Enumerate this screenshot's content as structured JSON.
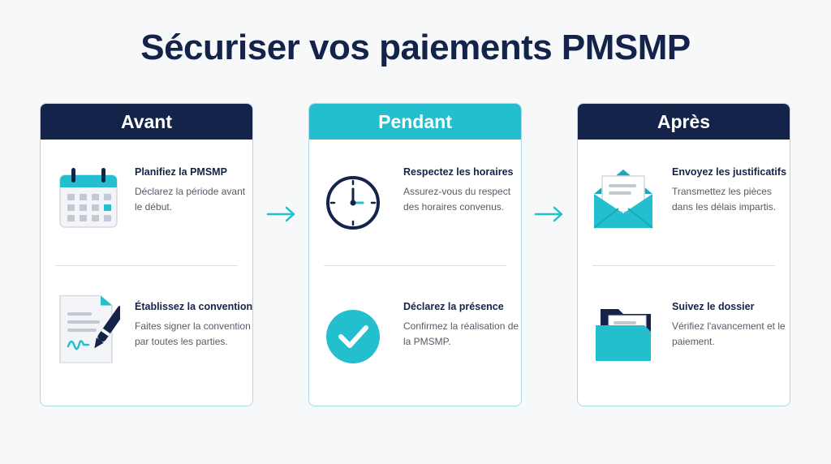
{
  "title": "Sécuriser vos paiements PMSMP",
  "phases": [
    {
      "label": "Avant",
      "steps": [
        {
          "title": "Planifiez la PMSMP",
          "desc": "Déclarez la période avant le début.",
          "icon": "calendar-icon"
        },
        {
          "title": "Établissez la convention",
          "desc": "Faites signer la convention par toutes les parties.",
          "icon": "signed-document-icon"
        }
      ]
    },
    {
      "label": "Pendant",
      "steps": [
        {
          "title": "Respectez les horaires",
          "desc": "Assurez-vous du respect des horaires convenus.",
          "icon": "clock-icon"
        },
        {
          "title": "Déclarez la présence",
          "desc": "Confirmez la réalisation de la PMSMP.",
          "icon": "checkmark-icon"
        }
      ]
    },
    {
      "label": "Après",
      "steps": [
        {
          "title": "Envoyez les justificatifs",
          "desc": "Transmettez les pièces dans les délais impartis.",
          "icon": "envelope-icon"
        },
        {
          "title": "Suivez le dossier",
          "desc": "Vérifiez l'avancement et le paiement.",
          "icon": "folder-icon"
        }
      ]
    }
  ],
  "colors": {
    "navy": "#14234a",
    "teal": "#24bfcf",
    "border": "#a9dbe6",
    "text": "#555b66"
  }
}
